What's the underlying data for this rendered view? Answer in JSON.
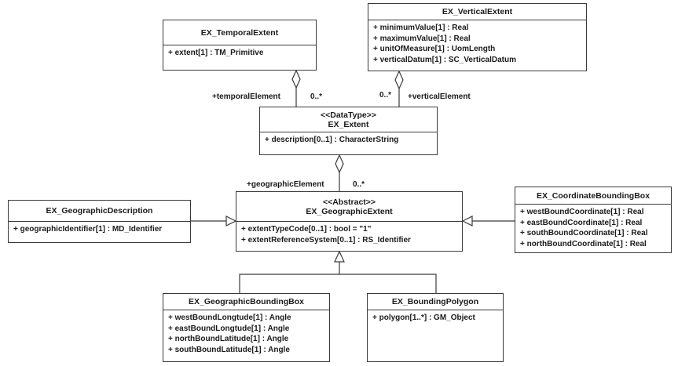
{
  "classes": {
    "temporal_extent": {
      "name": "EX_TemporalExtent",
      "attributes": [
        "+ extent[1] : TM_Primitive"
      ]
    },
    "vertical_extent": {
      "name": "EX_VerticalExtent",
      "attributes": [
        "+ minimumValue[1] : Real",
        "+ maximumValue[1] : Real",
        "+ unitOfMeasure[1] : UomLength",
        "+ verticalDatum[1] : SC_VerticalDatum"
      ]
    },
    "extent": {
      "stereotype": "<<DataType>>",
      "name": "EX_Extent",
      "attributes": [
        "+ description[0..1] : CharacterString"
      ]
    },
    "geographic_description": {
      "name": "EX_GeographicDescription",
      "attributes": [
        "+ geographicIdentifier[1] : MD_Identifier"
      ]
    },
    "geographic_extent": {
      "stereotype": "<<Abstract>>",
      "name": "EX_GeographicExtent",
      "attributes": [
        "+ extentTypeCode[0..1] : bool = \"1\"",
        "+ extentReferenceSystem[0..1] : RS_Identifier"
      ]
    },
    "coordinate_bounding_box": {
      "name": "EX_CoordinateBoundingBox",
      "attributes": [
        "+ westBoundCoordinate[1] : Real",
        "+ eastBoundCoordinate[1] : Real",
        "+ southBoundCoordinate[1] : Real",
        "+ northBoundCoordinate[1] : Real"
      ]
    },
    "geographic_bounding_box": {
      "name": "EX_GeographicBoundingBox",
      "attributes": [
        "+ westBoundLongtude[1] : Angle",
        "+ eastBoundLongtude[1] : Angle",
        "+ northBoundLatitude[1] : Angle",
        "+ southBoundLatitude[1] : Angle"
      ]
    },
    "bounding_polygon": {
      "name": "EX_BoundingPolygon",
      "attributes": [
        "+ polygon[1..*] : GM_Object"
      ]
    }
  },
  "associations": {
    "temporal": {
      "role": "+temporalElement",
      "multiplicity": "0..*"
    },
    "vertical": {
      "role": "+verticalElement",
      "multiplicity": "0..*"
    },
    "geographic": {
      "role": "+geographicElement",
      "multiplicity": "0..*"
    }
  }
}
